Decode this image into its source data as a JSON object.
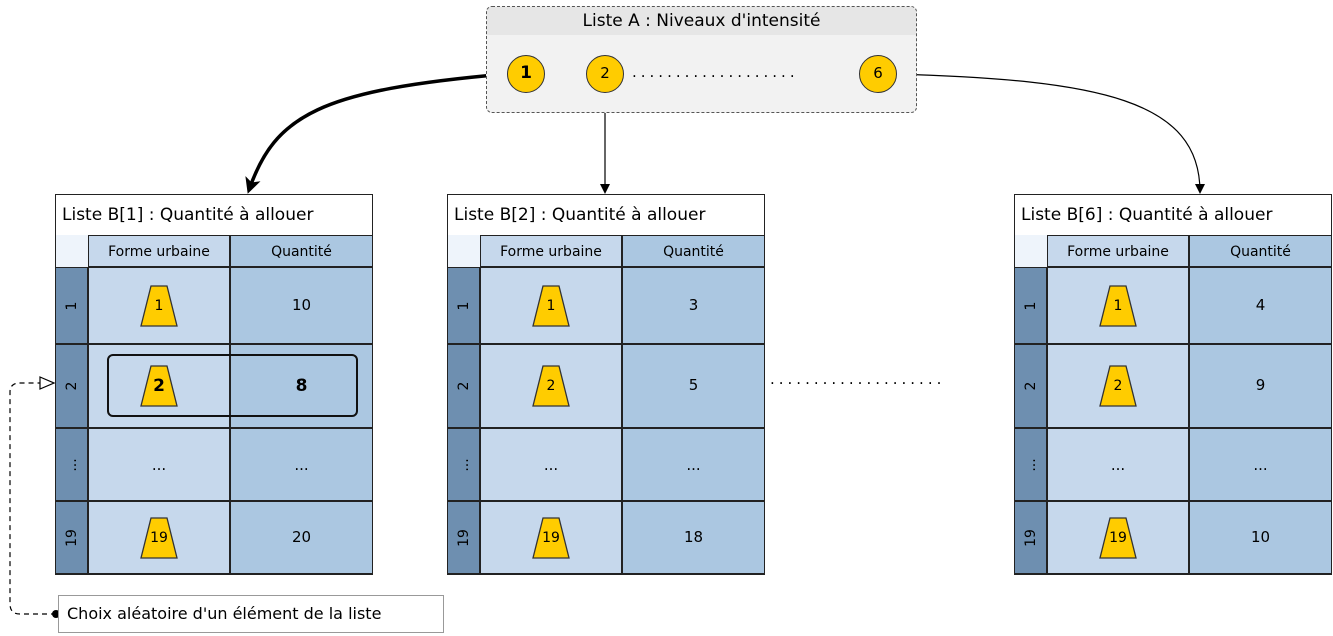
{
  "list_a": {
    "title": "Liste A : Niveaux d'intensité",
    "nodes": [
      {
        "label": "1",
        "bold": true
      },
      {
        "label": "2",
        "bold": false
      },
      {
        "label": "6",
        "bold": false
      }
    ],
    "dots": "..................."
  },
  "tables": [
    {
      "title": "Liste B[1] : Quantité à allouer",
      "col_form": "Forme urbaine",
      "col_qty": "Quantité",
      "rows": [
        {
          "index": "1",
          "form": "1",
          "qty": "10"
        },
        {
          "index": "2",
          "form": "2",
          "qty": "8",
          "selected": true
        },
        {
          "index": "...",
          "form": "...",
          "qty": "..."
        },
        {
          "index": "19",
          "form": "19",
          "qty": "20"
        }
      ]
    },
    {
      "title": "Liste B[2] : Quantité à allouer",
      "col_form": "Forme urbaine",
      "col_qty": "Quantité",
      "rows": [
        {
          "index": "1",
          "form": "1",
          "qty": "3"
        },
        {
          "index": "2",
          "form": "2",
          "qty": "5"
        },
        {
          "index": "...",
          "form": "...",
          "qty": "..."
        },
        {
          "index": "19",
          "form": "19",
          "qty": "18"
        }
      ]
    },
    {
      "title": "Liste B[6] : Quantité à allouer",
      "col_form": "Forme urbaine",
      "col_qty": "Quantité",
      "rows": [
        {
          "index": "1",
          "form": "1",
          "qty": "4"
        },
        {
          "index": "2",
          "form": "2",
          "qty": "9"
        },
        {
          "index": "...",
          "form": "...",
          "qty": "..."
        },
        {
          "index": "19",
          "form": "19",
          "qty": "10"
        }
      ]
    }
  ],
  "between_tables_dots": "....................",
  "caption": "Choix aléatoire d'un élément de la liste",
  "colors": {
    "node_fill": "#ffcc00",
    "form_cell": "#c6d8ec",
    "qty_cell": "#abc7e1",
    "row_header": "#6e8fb0"
  }
}
